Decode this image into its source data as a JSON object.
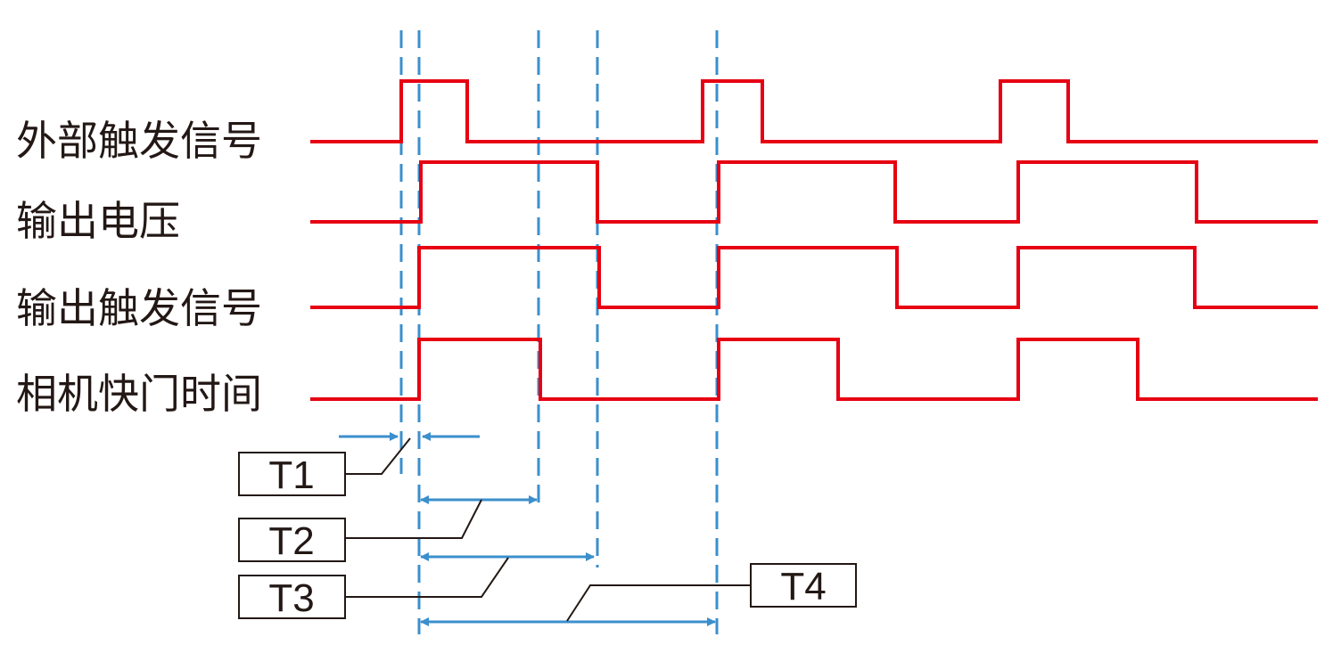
{
  "colors": {
    "signal": "#e60012",
    "guide": "#3b8fcc",
    "text": "#231815",
    "callout_line": "#231815"
  },
  "signals": [
    {
      "id": "external-trigger",
      "label": "外部触发信号"
    },
    {
      "id": "output-voltage",
      "label": "输出电压"
    },
    {
      "id": "output-trigger",
      "label": "输出触发信号"
    },
    {
      "id": "camera-shutter",
      "label": "相机快门时间"
    }
  ],
  "intervals": [
    {
      "id": "t1",
      "label": "T1"
    },
    {
      "id": "t2",
      "label": "T2"
    },
    {
      "id": "t3",
      "label": "T3"
    },
    {
      "id": "t4",
      "label": "T4"
    }
  ]
}
